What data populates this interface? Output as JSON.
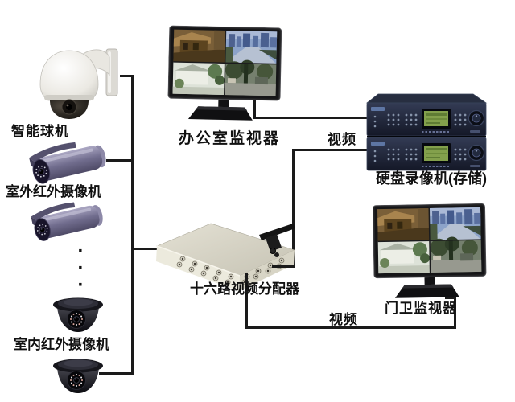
{
  "diagram": {
    "nodes": {
      "ptz_camera": {
        "label": "智能球机"
      },
      "outdoor_camera": {
        "label": "室外红外摄像机"
      },
      "indoor_camera": {
        "label": "室内红外摄像机"
      },
      "office_monitor": {
        "label": "办公室监视器"
      },
      "dvr": {
        "label": "硬盘录像机(存储)"
      },
      "splitter": {
        "label": "十六路视频分配器"
      },
      "gate_monitor": {
        "label": "门卫监视器"
      }
    },
    "edge_labels": {
      "dvr_video": "视频",
      "gate_video": "视频"
    },
    "ellipsis": "···",
    "colors": {
      "connector_line": "#1a1a1a",
      "label_text": "#111111",
      "dvr_lcd_green": "#83a04c",
      "splitter_body": "#e9e6d9",
      "bullet_camera_body": "#716d8e",
      "monitor_bezel": "#1d1d1f"
    }
  }
}
